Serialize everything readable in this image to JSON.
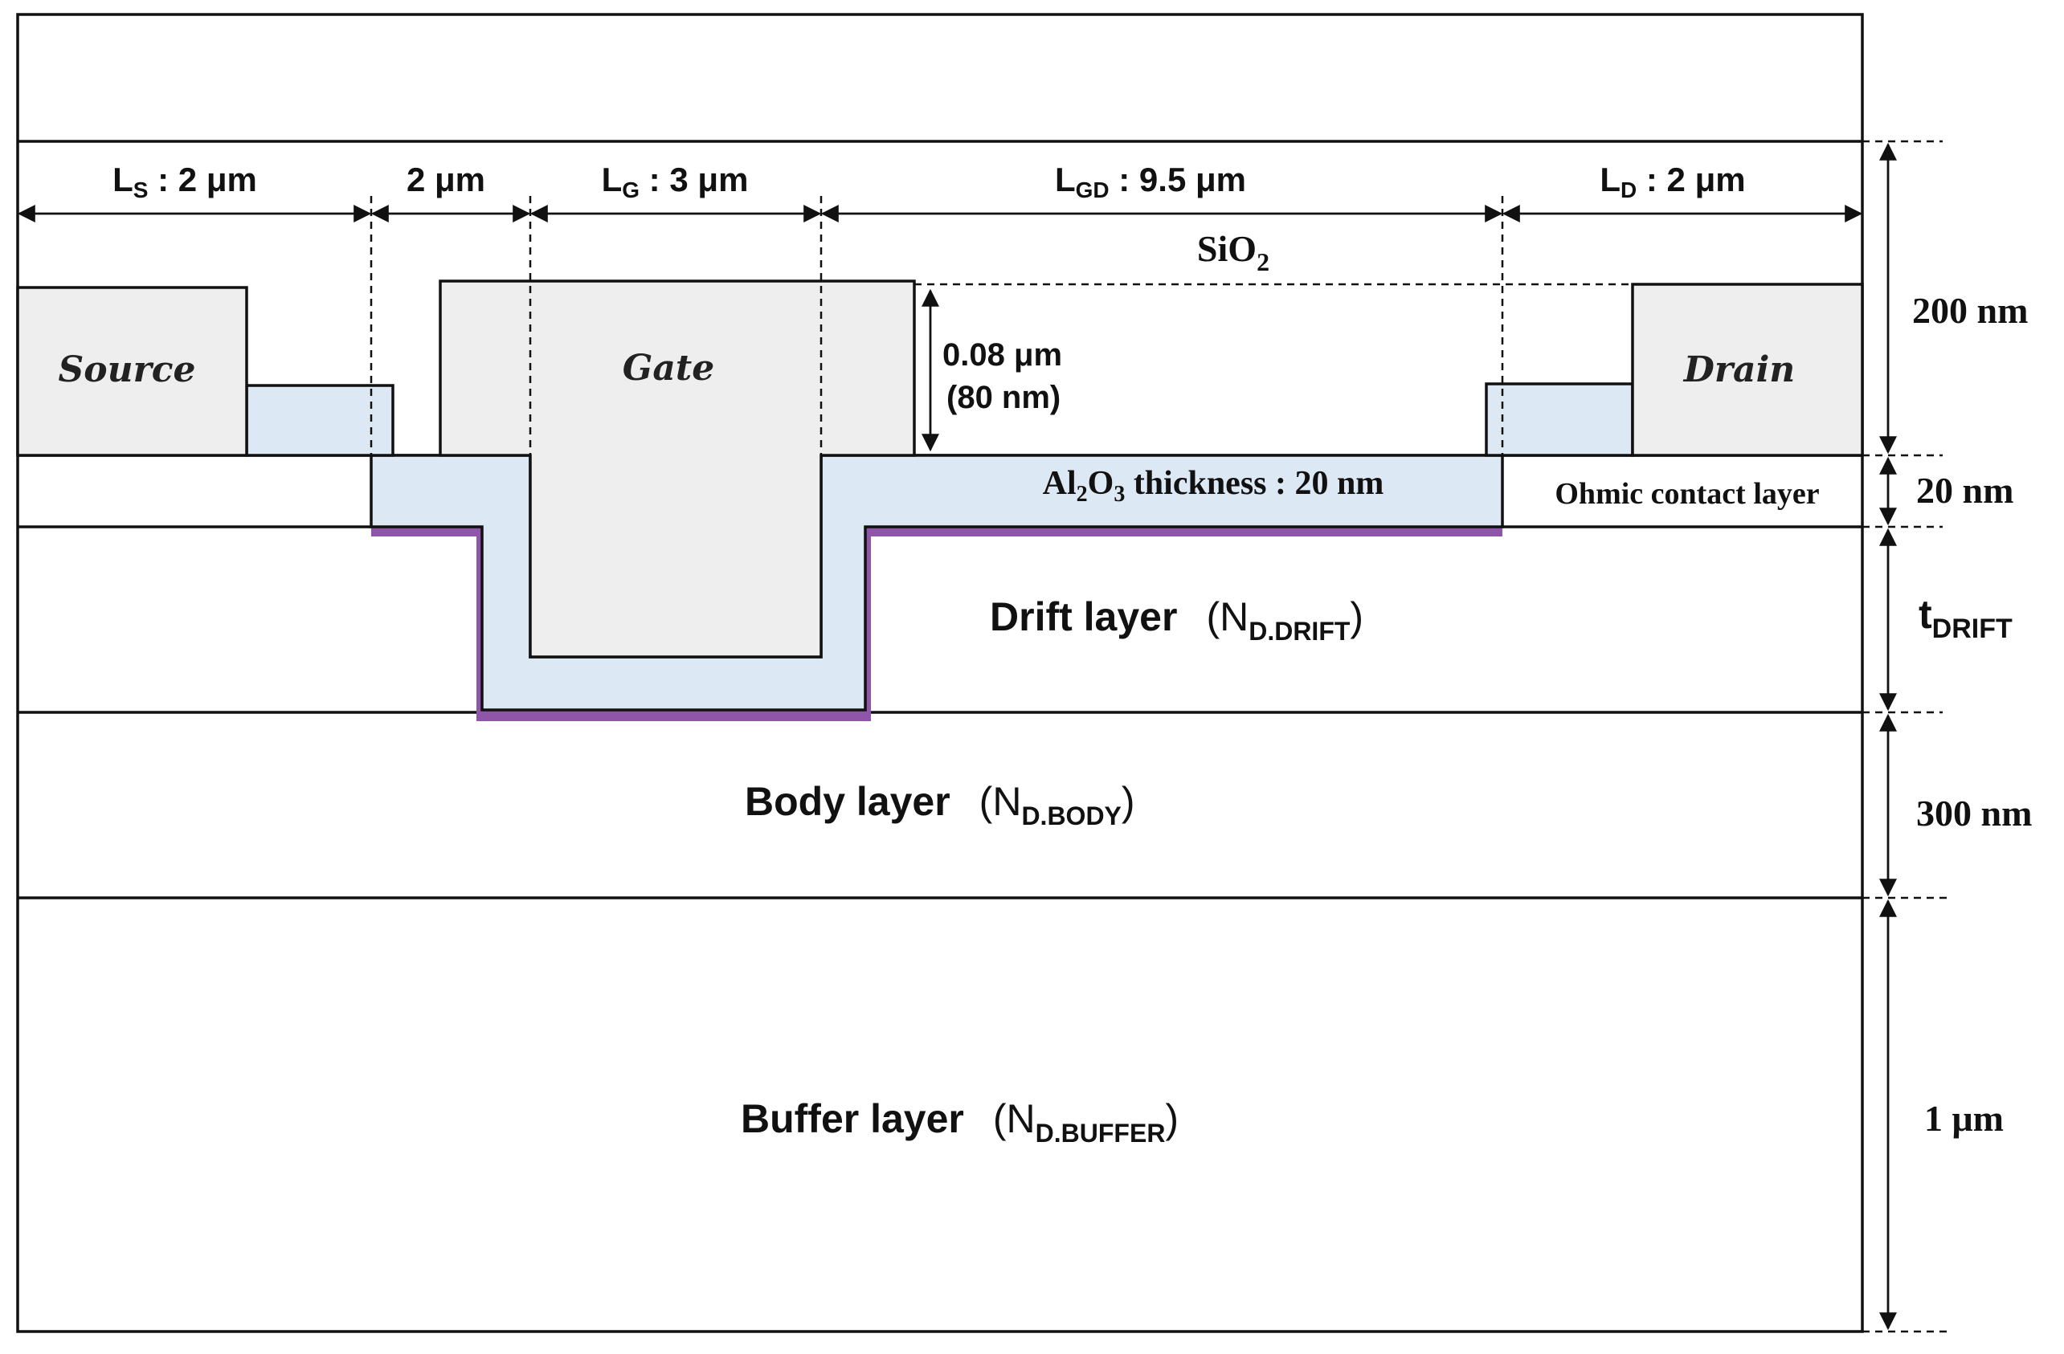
{
  "colors": {
    "background": "#ffffff",
    "electrode_fill": "#eeeeee",
    "oxide_fill": "#dde8f5",
    "interface_highlight": "#8e55a8",
    "line": "#111111"
  },
  "top_dimensions": [
    {
      "id": "ls",
      "main": "L",
      "sub": "S",
      "rest": " : 2 μm"
    },
    {
      "id": "gap",
      "main": "2 μm",
      "sub": "",
      "rest": ""
    },
    {
      "id": "lg",
      "main": "L",
      "sub": "G",
      "rest": " : 3 μm"
    },
    {
      "id": "lgd",
      "main": "L",
      "sub": "GD",
      "rest": " : 9.5 μm"
    },
    {
      "id": "ld",
      "main": "L",
      "sub": "D",
      "rest": " : 2 μm"
    }
  ],
  "electrodes": {
    "source": "Source",
    "gate": "Gate",
    "drain": "Drain"
  },
  "sio2": {
    "main": "SiO",
    "sub": "2"
  },
  "gate_height": {
    "line1": "0.08 μm",
    "line2": "(80 nm)"
  },
  "al2o3": {
    "p1": "Al",
    "s1": "2",
    "p2": "O",
    "s2": "3",
    "rest": " thickness : 20 nm"
  },
  "ohmic_label": "Ohmic contact layer",
  "layers": {
    "drift": {
      "main": "Drift layer",
      "paren_open": "(N",
      "sub": "D.DRIFT",
      "paren_close": ")"
    },
    "body": {
      "main": "Body layer",
      "paren_open": "(N",
      "sub": "D.BODY",
      "paren_close": ")"
    },
    "buffer": {
      "main": "Buffer layer",
      "paren_open": "(N",
      "sub": "D.BUFFER",
      "paren_close": ")"
    }
  },
  "right_dimensions": {
    "d200": "200 nm",
    "d20": "20 nm",
    "tdrift": {
      "main": "t",
      "sub": "DRIFT"
    },
    "d300": "300 nm",
    "d1um": "1 μm"
  }
}
